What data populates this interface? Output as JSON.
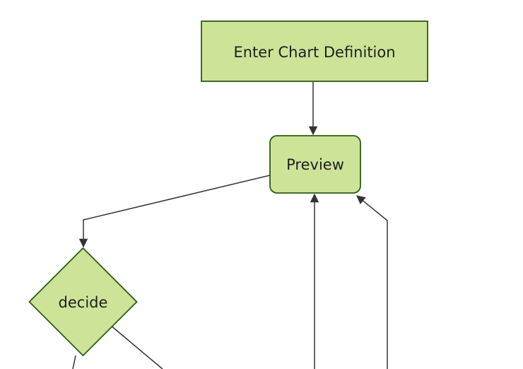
{
  "diagram": {
    "type": "flowchart",
    "direction": "top-down",
    "nodes": {
      "enter": {
        "label": "Enter Chart Definition",
        "shape": "rectangle"
      },
      "preview": {
        "label": "Preview",
        "shape": "rounded-rectangle"
      },
      "decide": {
        "label": "decide",
        "shape": "diamond"
      }
    },
    "edges": [
      {
        "from": "enter",
        "to": "preview",
        "arrowhead": true
      },
      {
        "from": "preview",
        "to": "decide",
        "arrowhead": true
      },
      {
        "from": "offscreen-bottom",
        "to": "preview",
        "arrowhead": true
      },
      {
        "from": "offscreen-bottom-right",
        "to": "preview",
        "arrowhead": true
      },
      {
        "from": "decide",
        "to": "offscreen-bottom-left",
        "arrowhead": false
      },
      {
        "from": "decide",
        "to": "offscreen-bottom-right",
        "arrowhead": false
      }
    ],
    "colors": {
      "node_fill": "#cde498",
      "node_stroke": "#2a5c14",
      "edge_color": "#333333",
      "text_color": "#1f1f1f",
      "background": "#ffffff"
    }
  }
}
